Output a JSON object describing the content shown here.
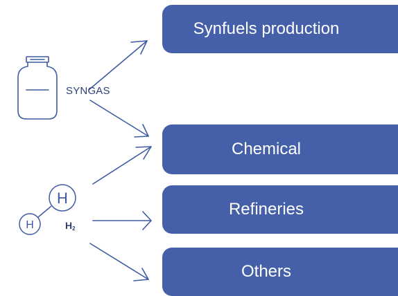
{
  "colors": {
    "box_fill": "#4560a8",
    "stroke": "#3e5aa2",
    "text_dark": "#2f3f7a"
  },
  "source_syngas": {
    "label": "SYNGAS",
    "icon": "gas-cylinder-icon"
  },
  "source_h2": {
    "label": "H",
    "subscript": "2",
    "icon": "hydrogen-molecule-icon",
    "atom_label": "H"
  },
  "destinations": [
    {
      "label": "Synfuels production"
    },
    {
      "label": "Chemical"
    },
    {
      "label": "Refineries"
    },
    {
      "label": "Others"
    }
  ]
}
